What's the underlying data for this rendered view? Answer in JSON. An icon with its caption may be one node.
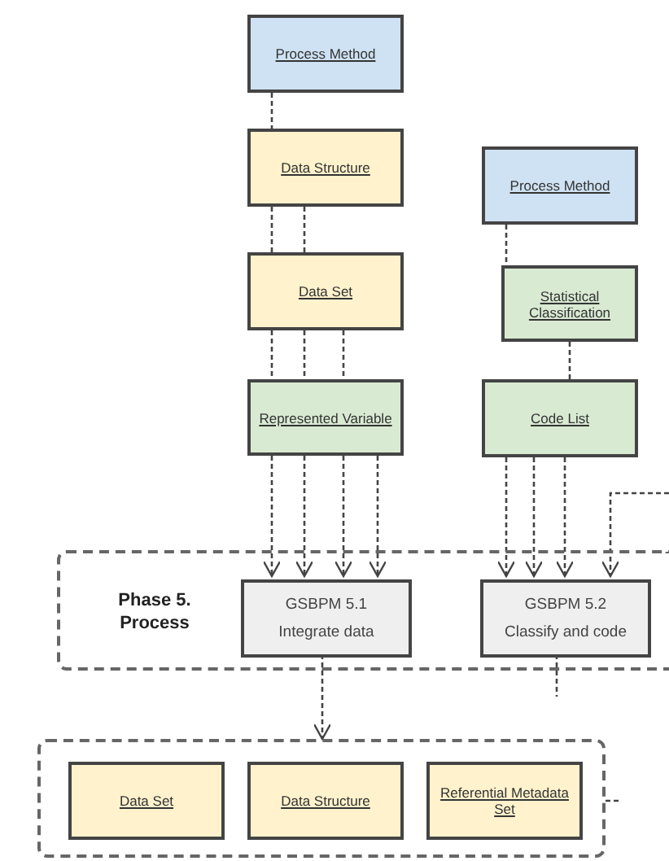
{
  "diagram": {
    "nodes": [
      {
        "text": [
          "Process Method"
        ]
      },
      {
        "text": [
          "Data Structure"
        ]
      },
      {
        "text": [
          "Data Set"
        ]
      },
      {
        "text": [
          "Represented Variable"
        ]
      },
      {
        "text": [
          "Process Method"
        ]
      },
      {
        "text": [
          "Statistical Classification"
        ]
      },
      {
        "text": [
          "Code List"
        ]
      },
      {
        "text": [
          "Phase 5. Process"
        ]
      },
      {
        "text": [
          "GSBPM 5.1",
          "Integrate data"
        ],
        "in": 7
      },
      {
        "text": [
          "GSBPM 5.2",
          "Classify and code"
        ],
        "in": 7
      },
      {
        "text": [],
        "shape": "box"
      },
      {
        "text": [
          "Data Set"
        ],
        "in": 10
      },
      {
        "text": [
          "Data Structure"
        ],
        "in": 10
      },
      {
        "text": [
          "Referential Metadata Set"
        ],
        "in": 10
      }
    ],
    "edges": [
      {
        "from": 0,
        "to": 1,
        "arrow": "none",
        "style": "dashed"
      },
      {
        "from": 1,
        "to": 2,
        "arrow": "none",
        "style": "dashed"
      },
      {
        "from": 1,
        "to": 2,
        "arrow": "none",
        "style": "dashed"
      },
      {
        "from": 2,
        "to": 3,
        "arrow": "none",
        "style": "dashed"
      },
      {
        "from": 2,
        "to": 3,
        "arrow": "none",
        "style": "dashed"
      },
      {
        "from": 2,
        "to": 3,
        "arrow": "none",
        "style": "dashed"
      },
      {
        "from": 3,
        "to": 8,
        "arrow": "to",
        "style": "dashed"
      },
      {
        "from": 3,
        "to": 8,
        "arrow": "to",
        "style": "dashed"
      },
      {
        "from": 3,
        "to": 8,
        "arrow": "to",
        "style": "dashed"
      },
      {
        "from": 3,
        "to": 8,
        "arrow": "to",
        "style": "dashed"
      },
      {
        "from": 4,
        "to": 5,
        "arrow": "none",
        "style": "dashed"
      },
      {
        "from": 5,
        "to": 6,
        "arrow": "none",
        "style": "dashed"
      },
      {
        "from": 6,
        "to": 9,
        "arrow": "to",
        "style": "dashed"
      },
      {
        "from": 6,
        "to": 9,
        "arrow": "to",
        "style": "dashed"
      },
      {
        "from": 6,
        "to": 9,
        "arrow": "to",
        "style": "dashed"
      },
      {
        "from": null,
        "to": 9,
        "arrow": "to",
        "style": "dashed"
      },
      {
        "from": 8,
        "to": 10,
        "arrow": "to",
        "style": "dashed"
      },
      {
        "from": 9,
        "to": null,
        "arrow": "none",
        "style": "dashed"
      },
      {
        "from": 10,
        "to": null,
        "arrow": "none",
        "style": "dashed"
      }
    ]
  }
}
